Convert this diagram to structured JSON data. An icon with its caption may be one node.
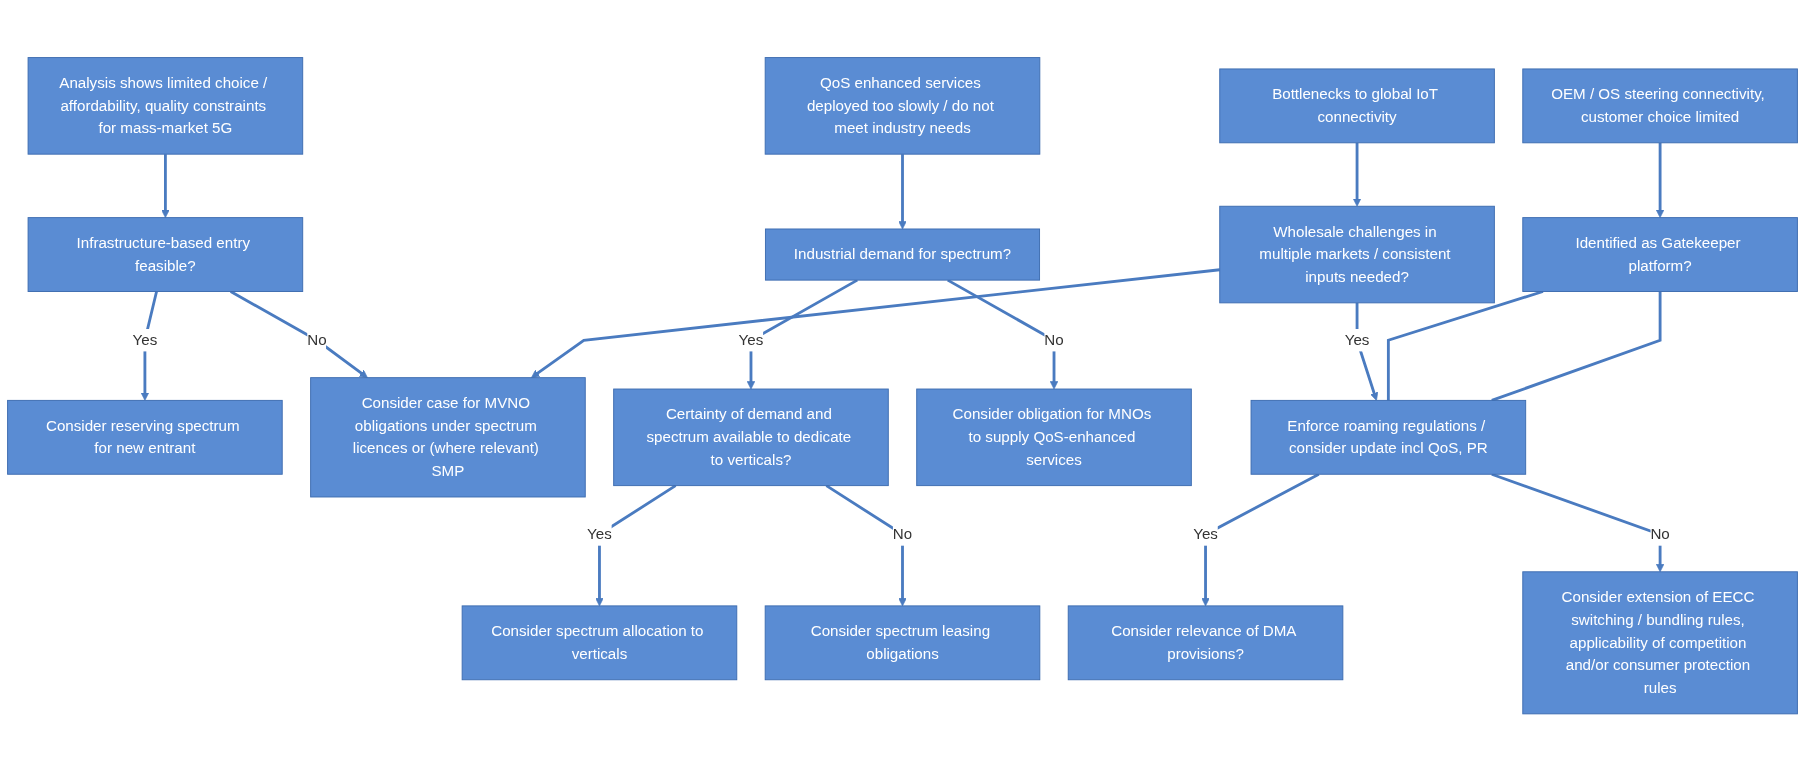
{
  "diagram": {
    "nodes": [
      {
        "text": [
          "Analysis shows limited choice / affordability, quality constraints for mass-market 5G"
        ]
      },
      {
        "text": [
          "QoS enhanced services deployed too slowly / do not meet industry needs"
        ]
      },
      {
        "text": [
          "Bottlenecks to global IoT connectivity"
        ]
      },
      {
        "text": [
          "OEM / OS steering connectivity, customer choice limited"
        ]
      },
      {
        "text": [
          "Infrastructure-based entry feasible?"
        ]
      },
      {
        "text": [
          "Industrial demand for spectrum?"
        ]
      },
      {
        "text": [
          "Wholesale challenges in multiple markets / consistent inputs needed?"
        ]
      },
      {
        "text": [
          "Identified as Gatekeeper platform?"
        ]
      },
      {
        "text": [
          "Consider reserving spectrum for new entrant"
        ]
      },
      {
        "text": [
          "Consider case for MVNO obligations under spectrum licences or (where relevant) SMP"
        ]
      },
      {
        "text": [
          "Certainty of demand and spectrum available to dedicate to verticals?"
        ]
      },
      {
        "text": [
          "Consider obligation for MNOs to supply QoS-enhanced services"
        ]
      },
      {
        "text": [
          "Enforce roaming regulations / consider update incl QoS, PR"
        ]
      },
      {
        "text": [
          "Consider spectrum allocation to verticals"
        ]
      },
      {
        "text": [
          "Consider spectrum leasing obligations"
        ]
      },
      {
        "text": [
          "Consider relevance of DMA provisions?"
        ]
      },
      {
        "text": [
          "Consider extension of EECC switching / bundling rules, applicability of competition and/or consumer protection rules"
        ]
      }
    ],
    "edges": [
      {
        "from": 0,
        "to": 4,
        "arrow": "to"
      },
      {
        "from": 1,
        "to": 5,
        "arrow": "to"
      },
      {
        "from": 2,
        "to": 6,
        "arrow": "to"
      },
      {
        "from": 3,
        "to": 7,
        "arrow": "to"
      },
      {
        "from": 4,
        "to": 8,
        "arrow": "to",
        "label": "Yes"
      },
      {
        "from": 4,
        "to": 9,
        "arrow": "to",
        "label": "No"
      },
      {
        "from": 5,
        "to": 10,
        "arrow": "to",
        "label": "Yes"
      },
      {
        "from": 5,
        "to": 11,
        "arrow": "to",
        "label": "No"
      },
      {
        "from": 6,
        "to": 9,
        "arrow": "to"
      },
      {
        "from": 10,
        "to": 13,
        "arrow": "to",
        "label": "Yes"
      },
      {
        "from": 10,
        "to": 14,
        "arrow": "to",
        "label": "No"
      },
      {
        "from": 6,
        "to": 12,
        "arrow": "to",
        "label": "Yes"
      },
      {
        "from": 7,
        "to": 12,
        "arrow": "none"
      },
      {
        "from": 7,
        "to": 12,
        "arrow": "none"
      },
      {
        "from": 12,
        "to": 15,
        "arrow": "to",
        "label": "Yes"
      },
      {
        "from": 12,
        "to": 16,
        "arrow": "to",
        "label": "No"
      }
    ]
  }
}
